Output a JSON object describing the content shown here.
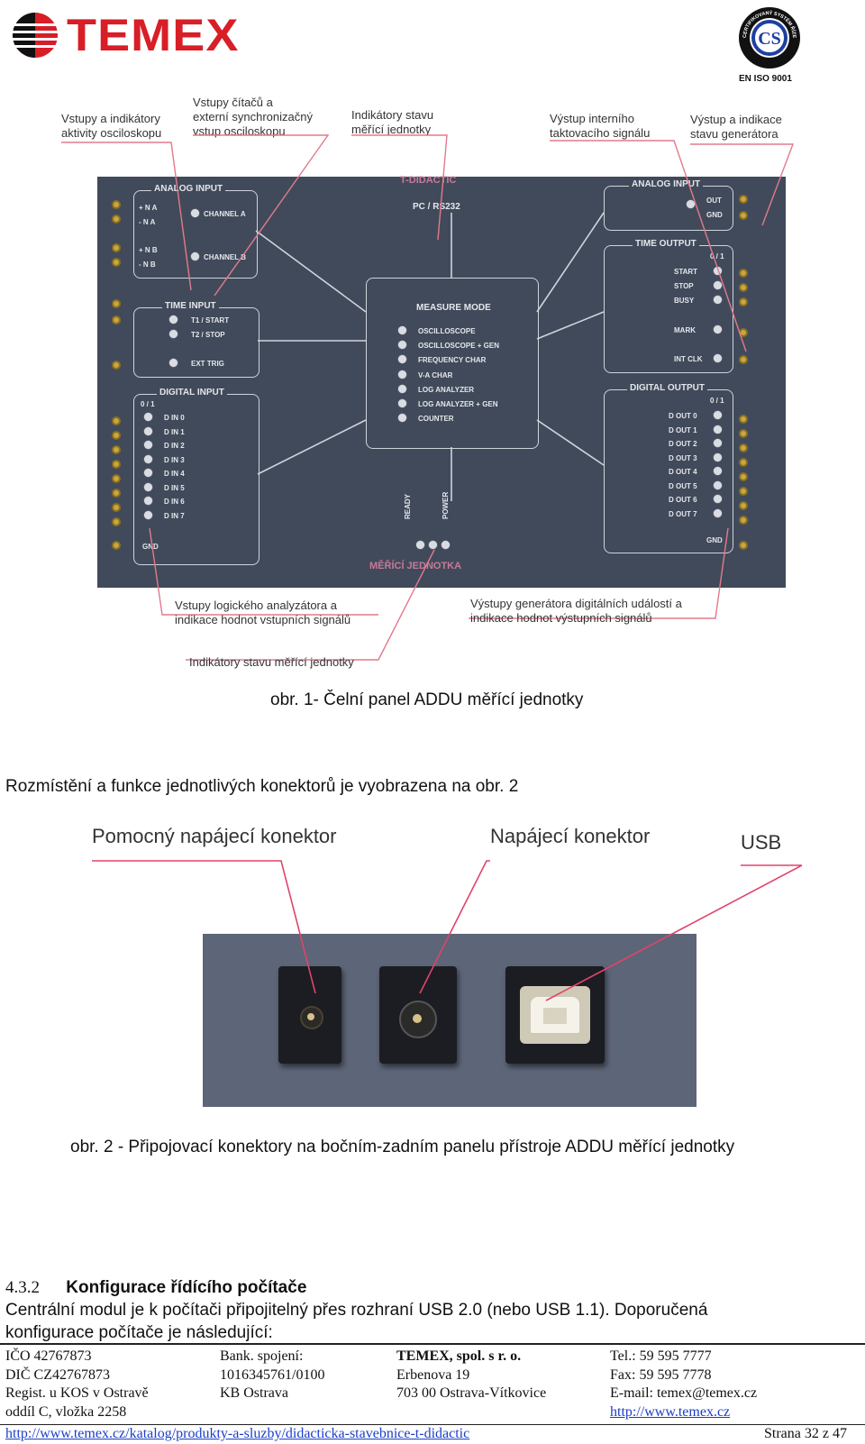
{
  "header": {
    "logo_text": "TEMEX",
    "iso_label": "EN ISO 9001",
    "seal_text": "CERTIFIKOVANÝ SYSTÉM ŘÍZENÍ JAKOSTI"
  },
  "figure1": {
    "callouts": {
      "osc_inputs": [
        "Vstupy a indikátory",
        "aktivity osciloskopu"
      ],
      "counter_inputs": [
        "Vstupy čítačů a",
        "externí synchronizačný",
        "vstup osciloskopu"
      ],
      "unit_indicators_top": [
        "Indikátory stavu",
        "měřící jednotky"
      ],
      "clock_output": [
        "Výstup interního",
        "taktovacího signálu"
      ],
      "generator_output": [
        "Výstup a indikace",
        "stavu generátora"
      ],
      "logic_inputs": [
        "Vstupy logického analyzátora a",
        "indikace hodnot vstupních signálů"
      ],
      "digital_outputs": [
        "Výstupy generátora digitálních událostí a",
        "indikace hodnot výstupních signálů"
      ],
      "unit_indicators_bottom": "Indikátory stavu měřící jednotky"
    },
    "panel": {
      "brand": "T-DIDACTIC",
      "interface": "PC / RS232",
      "analog_input_left": "ANALOG INPUT",
      "channel_a": "CHANNEL A",
      "channel_b": "CHANNEL B",
      "plus_na": "+ N A",
      "minus_na": "- N A",
      "plus_nb": "+ N B",
      "minus_nb": "- N B",
      "time_input": "TIME INPUT",
      "t1_start": "T1 / START",
      "t2_stop": "T2 / STOP",
      "ext_trig": "EXT TRIG",
      "digital_input": "DIGITAL INPUT",
      "zero_one": "0 / 1",
      "din": [
        "D IN 0",
        "D IN 1",
        "D IN 2",
        "D IN 3",
        "D IN 4",
        "D IN 5",
        "D IN 6",
        "D IN 7"
      ],
      "gnd": "GND",
      "measure_mode": "MEASURE MODE",
      "modes": [
        "OSCILLOSCOPE",
        "OSCILLOSCOPE + GEN",
        "FREQUENCY CHAR",
        "V-A CHAR",
        "LOG ANALYZER",
        "LOG ANALYZER + GEN",
        "COUNTER"
      ],
      "analog_input_right": "ANALOG INPUT",
      "out": "OUT",
      "gnd_right": "GND",
      "time_output": "TIME OUTPUT",
      "time_outputs": [
        "START",
        "STOP",
        "BUSY",
        "MARK",
        "INT CLK"
      ],
      "digital_output": "DIGITAL OUTPUT",
      "dout": [
        "D OUT 0",
        "D OUT 1",
        "D OUT 2",
        "D OUT 3",
        "D OUT 4",
        "D OUT 5",
        "D OUT 6",
        "D OUT 7"
      ],
      "ready": "READY",
      "power": "POWER",
      "unit_name": "MĚŘÍCÍ JEDNOTKA"
    },
    "caption": "obr. 1- Čelní panel ADDU měřící jednotky"
  },
  "intro_paragraph": "Rozmístění a funkce jednotlivých konektorů je vyobrazena na obr. 2",
  "figure2": {
    "label_aux_power": "Pomocný napájecí konektor",
    "label_power": "Napájecí konektor",
    "label_usb": "USB",
    "caption": "obr. 2 - Připojovací konektory na bočním-zadním panelu přístroje ADDU měřící jednotky"
  },
  "section": {
    "number": "4.3.2",
    "title": "Konfigurace řídícího počítače",
    "body_line1": "Centrální modul je k počítači připojitelný přes rozhraní USB 2.0 (nebo USB 1.1). Doporučená",
    "body_line2": "konfigurace počítače je následující:"
  },
  "footer": {
    "col1": [
      "IČO 42767873",
      "DIČ CZ42767873",
      "Regist. u KOS v Ostravě",
      "oddíl C, vložka 2258"
    ],
    "col2": [
      "Bank. spojení:",
      "1016345761/0100",
      "KB Ostrava"
    ],
    "col3": [
      "TEMEX, spol. s r. o.",
      "Erbenova 19",
      "703 00 Ostrava-Vítkovice"
    ],
    "col4": [
      "Tel.: 59 595 7777",
      "Fax: 59 595 7778",
      "E-mail: temex@temex.cz",
      "http://www.temex.cz"
    ],
    "url": "http://www.temex.cz/katalog/produkty-a-sluzby/didacticka-stavebnice-t-didactic",
    "page": "Strana 32 z 47"
  }
}
